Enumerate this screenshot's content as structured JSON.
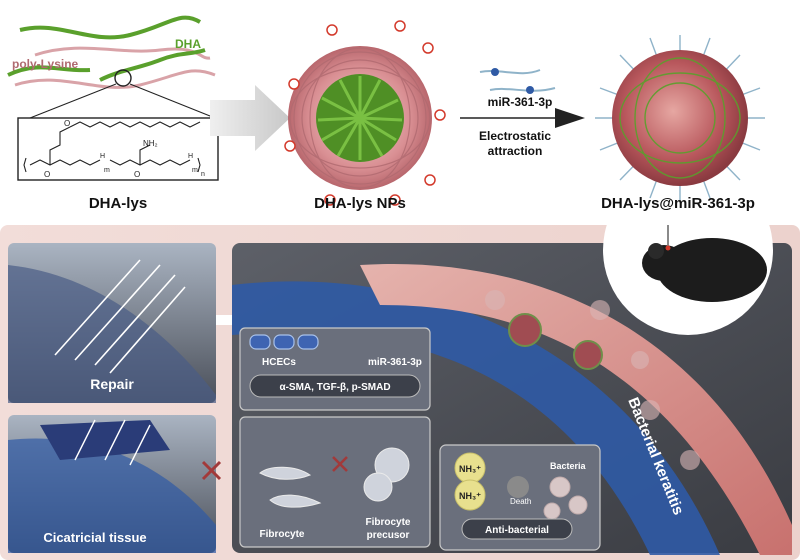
{
  "top": {
    "dha_label": "DHA",
    "polylysine_label": "poly-Lysine",
    "dha_lys_title": "DHA-lys",
    "nps_title": "DHA-lys NPs",
    "mirna_label": "miR-361-3p",
    "arrow_text_line1": "Electrostatic",
    "arrow_text_line2": "attraction",
    "complex_title": "DHA-lys@miR-361-3p",
    "chem": {
      "nh2": "NH₂",
      "m1": "m",
      "m2": "m",
      "n": "n",
      "h1": "H",
      "h2": "H",
      "o1": "O",
      "o2": "O",
      "o3": "O"
    }
  },
  "bottom": {
    "repair_label": "Repair",
    "scar_label": "Cicatricial tissue",
    "hcecs_label": "HCECs",
    "mir_label": "miR-361-3p",
    "markers_label": "α-SMA,  TGF-β,  p-SMAD",
    "fibrocyte_label": "Fibrocyte",
    "precursor_label_line1": "Fibrocyte",
    "precursor_label_line2": "precusor",
    "keratitis_label": "Bacterial keratitis",
    "nh3_a": "NH₃⁺",
    "nh3_b": "NH₃⁺",
    "death_label": "Death",
    "bacteria_label": "Bacteria",
    "antibacterial_label": "Anti-bacterial"
  },
  "colors": {
    "dha_green": "#5aa02c",
    "lysine_pink": "#d9a3a8",
    "arrow_grey": "#cfcfcf",
    "corneal_blue": "#2f5aa5",
    "tissue_pink": "#e8a9a6",
    "charge_red": "#d33a2c",
    "cross_red": "#a23a3a"
  }
}
